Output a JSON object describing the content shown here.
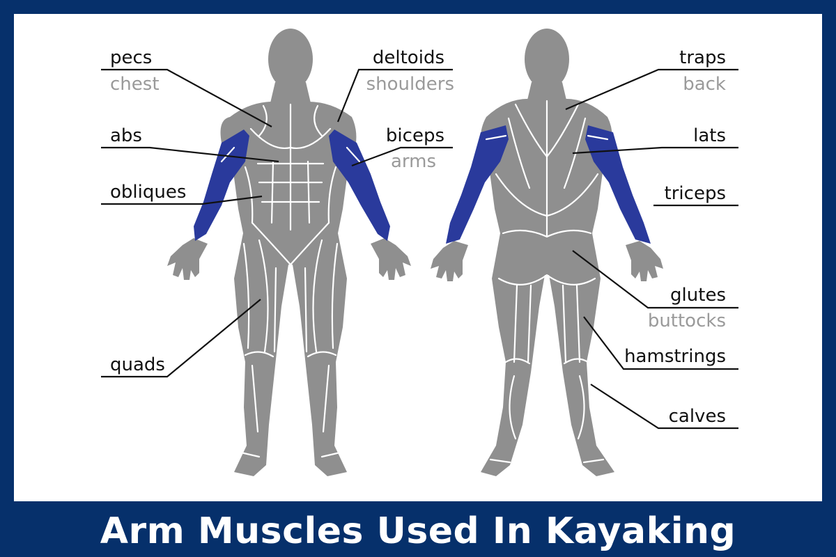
{
  "title": "Arm Muscles Used In Kayaking",
  "colors": {
    "frame": "#06306b",
    "panel": "#ffffff",
    "body": "#8f8f8f",
    "highlight": "#2a3a9c",
    "label": "#111111",
    "sublabel": "#9a9a9a"
  },
  "labels": {
    "front": {
      "pecs": {
        "name": "pecs",
        "sub": "chest"
      },
      "abs": {
        "name": "abs"
      },
      "obliques": {
        "name": "obliques"
      },
      "quads": {
        "name": "quads"
      },
      "deltoids": {
        "name": "deltoids",
        "sub": "shoulders"
      },
      "biceps": {
        "name": "biceps",
        "sub": "arms"
      }
    },
    "back": {
      "traps": {
        "name": "traps",
        "sub": "back"
      },
      "lats": {
        "name": "lats"
      },
      "triceps": {
        "name": "triceps"
      },
      "glutes": {
        "name": "glutes",
        "sub": "buttocks"
      },
      "hamstrings": {
        "name": "hamstrings"
      },
      "calves": {
        "name": "calves"
      }
    }
  },
  "highlighted_muscles": [
    "biceps",
    "triceps"
  ]
}
